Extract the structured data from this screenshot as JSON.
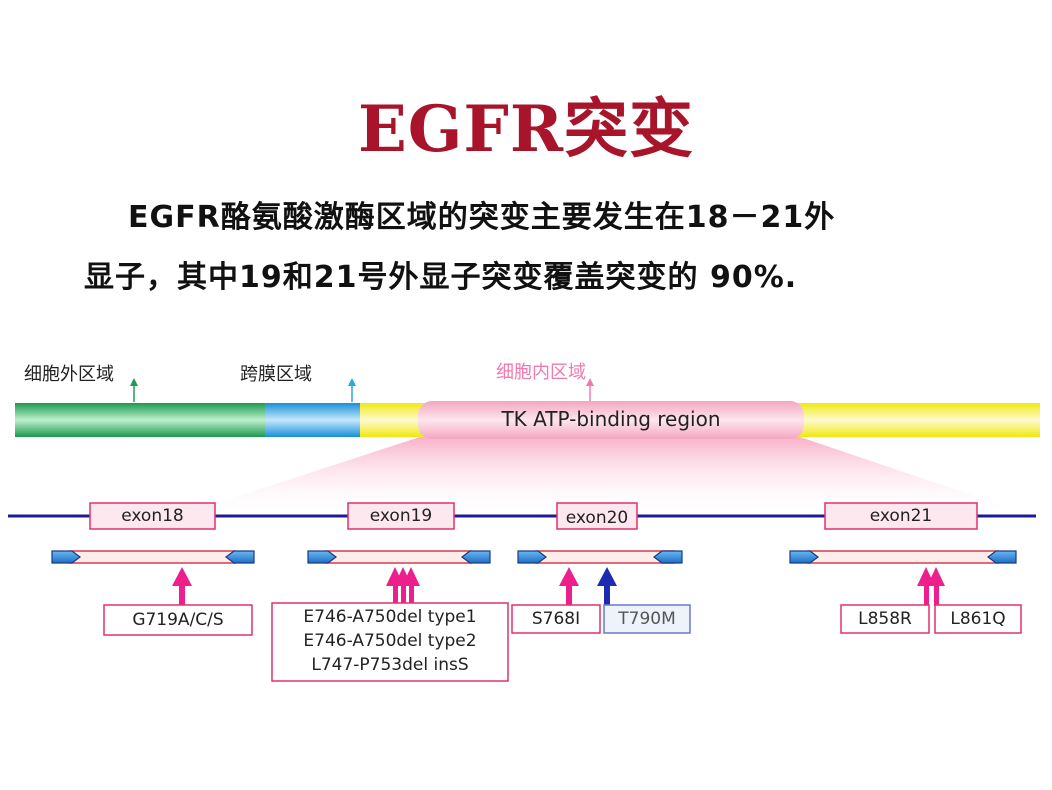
{
  "title": "EGFR突变",
  "paragraph": {
    "line1": "EGFR酪氨酸激酶区域的突变主要发生在18－21外",
    "line2": "显子，其中19和21号外显子突变覆盖突变的 90%."
  },
  "regions": {
    "extracellular": "细胞外区域",
    "transmembrane": "跨膜区域",
    "intracellular": "细胞内区域"
  },
  "domain_label": "TK ATP-binding region",
  "exons": [
    "exon18",
    "exon19",
    "exon20",
    "exon21"
  ],
  "mutations": {
    "exon18": [
      "G719A/C/S"
    ],
    "exon19": [
      "E746-A750del type1",
      "E746-A750del type2",
      "L747-P753del insS"
    ],
    "exon20_a": [
      "S768I"
    ],
    "exon20_b": [
      "T790M"
    ],
    "exon21_a": [
      "L858R"
    ],
    "exon21_b": [
      "L861Q"
    ]
  },
  "colors": {
    "title": "#a8142a",
    "extracellular": "#1fae5a",
    "transmembrane": "#2aa6e6",
    "intracellular": "#f2ef1a",
    "tk_region": "#f6c0d0",
    "exon_line": "#1c1c9a",
    "exon_box_border": "#e0306e",
    "arrow_pink": "#ec1f8c",
    "arrow_blue": "#1e2ab0"
  }
}
